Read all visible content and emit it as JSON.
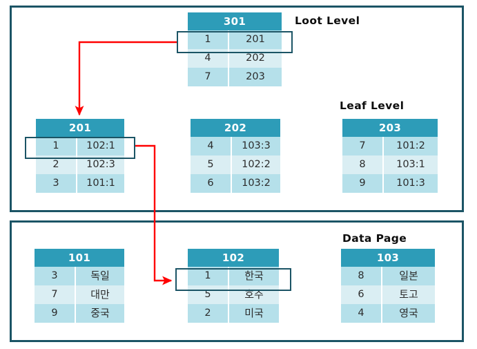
{
  "diagram": {
    "title": "B+ Tree index structure with loot level, leaf level and data pages",
    "accent_header_color": "#2d9cb8",
    "row_color_odd": "#b5e0ea",
    "row_color_even": "#daeef3",
    "panel_border_color": "#1b5465",
    "arrow_color": "#ff0000",
    "highlight_border_color": "#1b5465"
  },
  "captions": {
    "loot_level": "Loot Level",
    "leaf_level": "Leaf Level",
    "data_page": "Data Page"
  },
  "panels": [
    {
      "name": "index-panel"
    },
    {
      "name": "data-panel"
    }
  ],
  "nodes": {
    "n301": {
      "id": "301",
      "rows": [
        {
          "key": "1",
          "value": "201"
        },
        {
          "key": "4",
          "value": "202"
        },
        {
          "key": "7",
          "value": "203"
        }
      ],
      "highlighted_row": 0
    },
    "n201": {
      "id": "201",
      "rows": [
        {
          "key": "1",
          "value": "102:1"
        },
        {
          "key": "2",
          "value": "102:3"
        },
        {
          "key": "3",
          "value": "101:1"
        }
      ],
      "highlighted_row": 0
    },
    "n202": {
      "id": "202",
      "rows": [
        {
          "key": "4",
          "value": "103:3"
        },
        {
          "key": "5",
          "value": "102:2"
        },
        {
          "key": "6",
          "value": "103:2"
        }
      ],
      "highlighted_row": null
    },
    "n203": {
      "id": "203",
      "rows": [
        {
          "key": "7",
          "value": "101:2"
        },
        {
          "key": "8",
          "value": "103:1"
        },
        {
          "key": "9",
          "value": "101:3"
        }
      ],
      "highlighted_row": null
    },
    "n101": {
      "id": "101",
      "rows": [
        {
          "key": "3",
          "value": "독일"
        },
        {
          "key": "7",
          "value": "대만"
        },
        {
          "key": "9",
          "value": "중국"
        }
      ],
      "highlighted_row": null
    },
    "n102": {
      "id": "102",
      "rows": [
        {
          "key": "1",
          "value": "한국"
        },
        {
          "key": "5",
          "value": "호주"
        },
        {
          "key": "2",
          "value": "미국"
        }
      ],
      "highlighted_row": 0
    },
    "n103": {
      "id": "103",
      "rows": [
        {
          "key": "8",
          "value": "일본"
        },
        {
          "key": "6",
          "value": "토고"
        },
        {
          "key": "4",
          "value": "영국"
        }
      ],
      "highlighted_row": null
    }
  },
  "arrows": [
    {
      "name": "arrow-301-to-201",
      "from": "301 row 1 (value 201)",
      "to": "node 201 header"
    },
    {
      "name": "arrow-201-to-102",
      "from": "201 row 1 (value 102:1)",
      "to": "node 102 row 1 (한국)"
    }
  ]
}
